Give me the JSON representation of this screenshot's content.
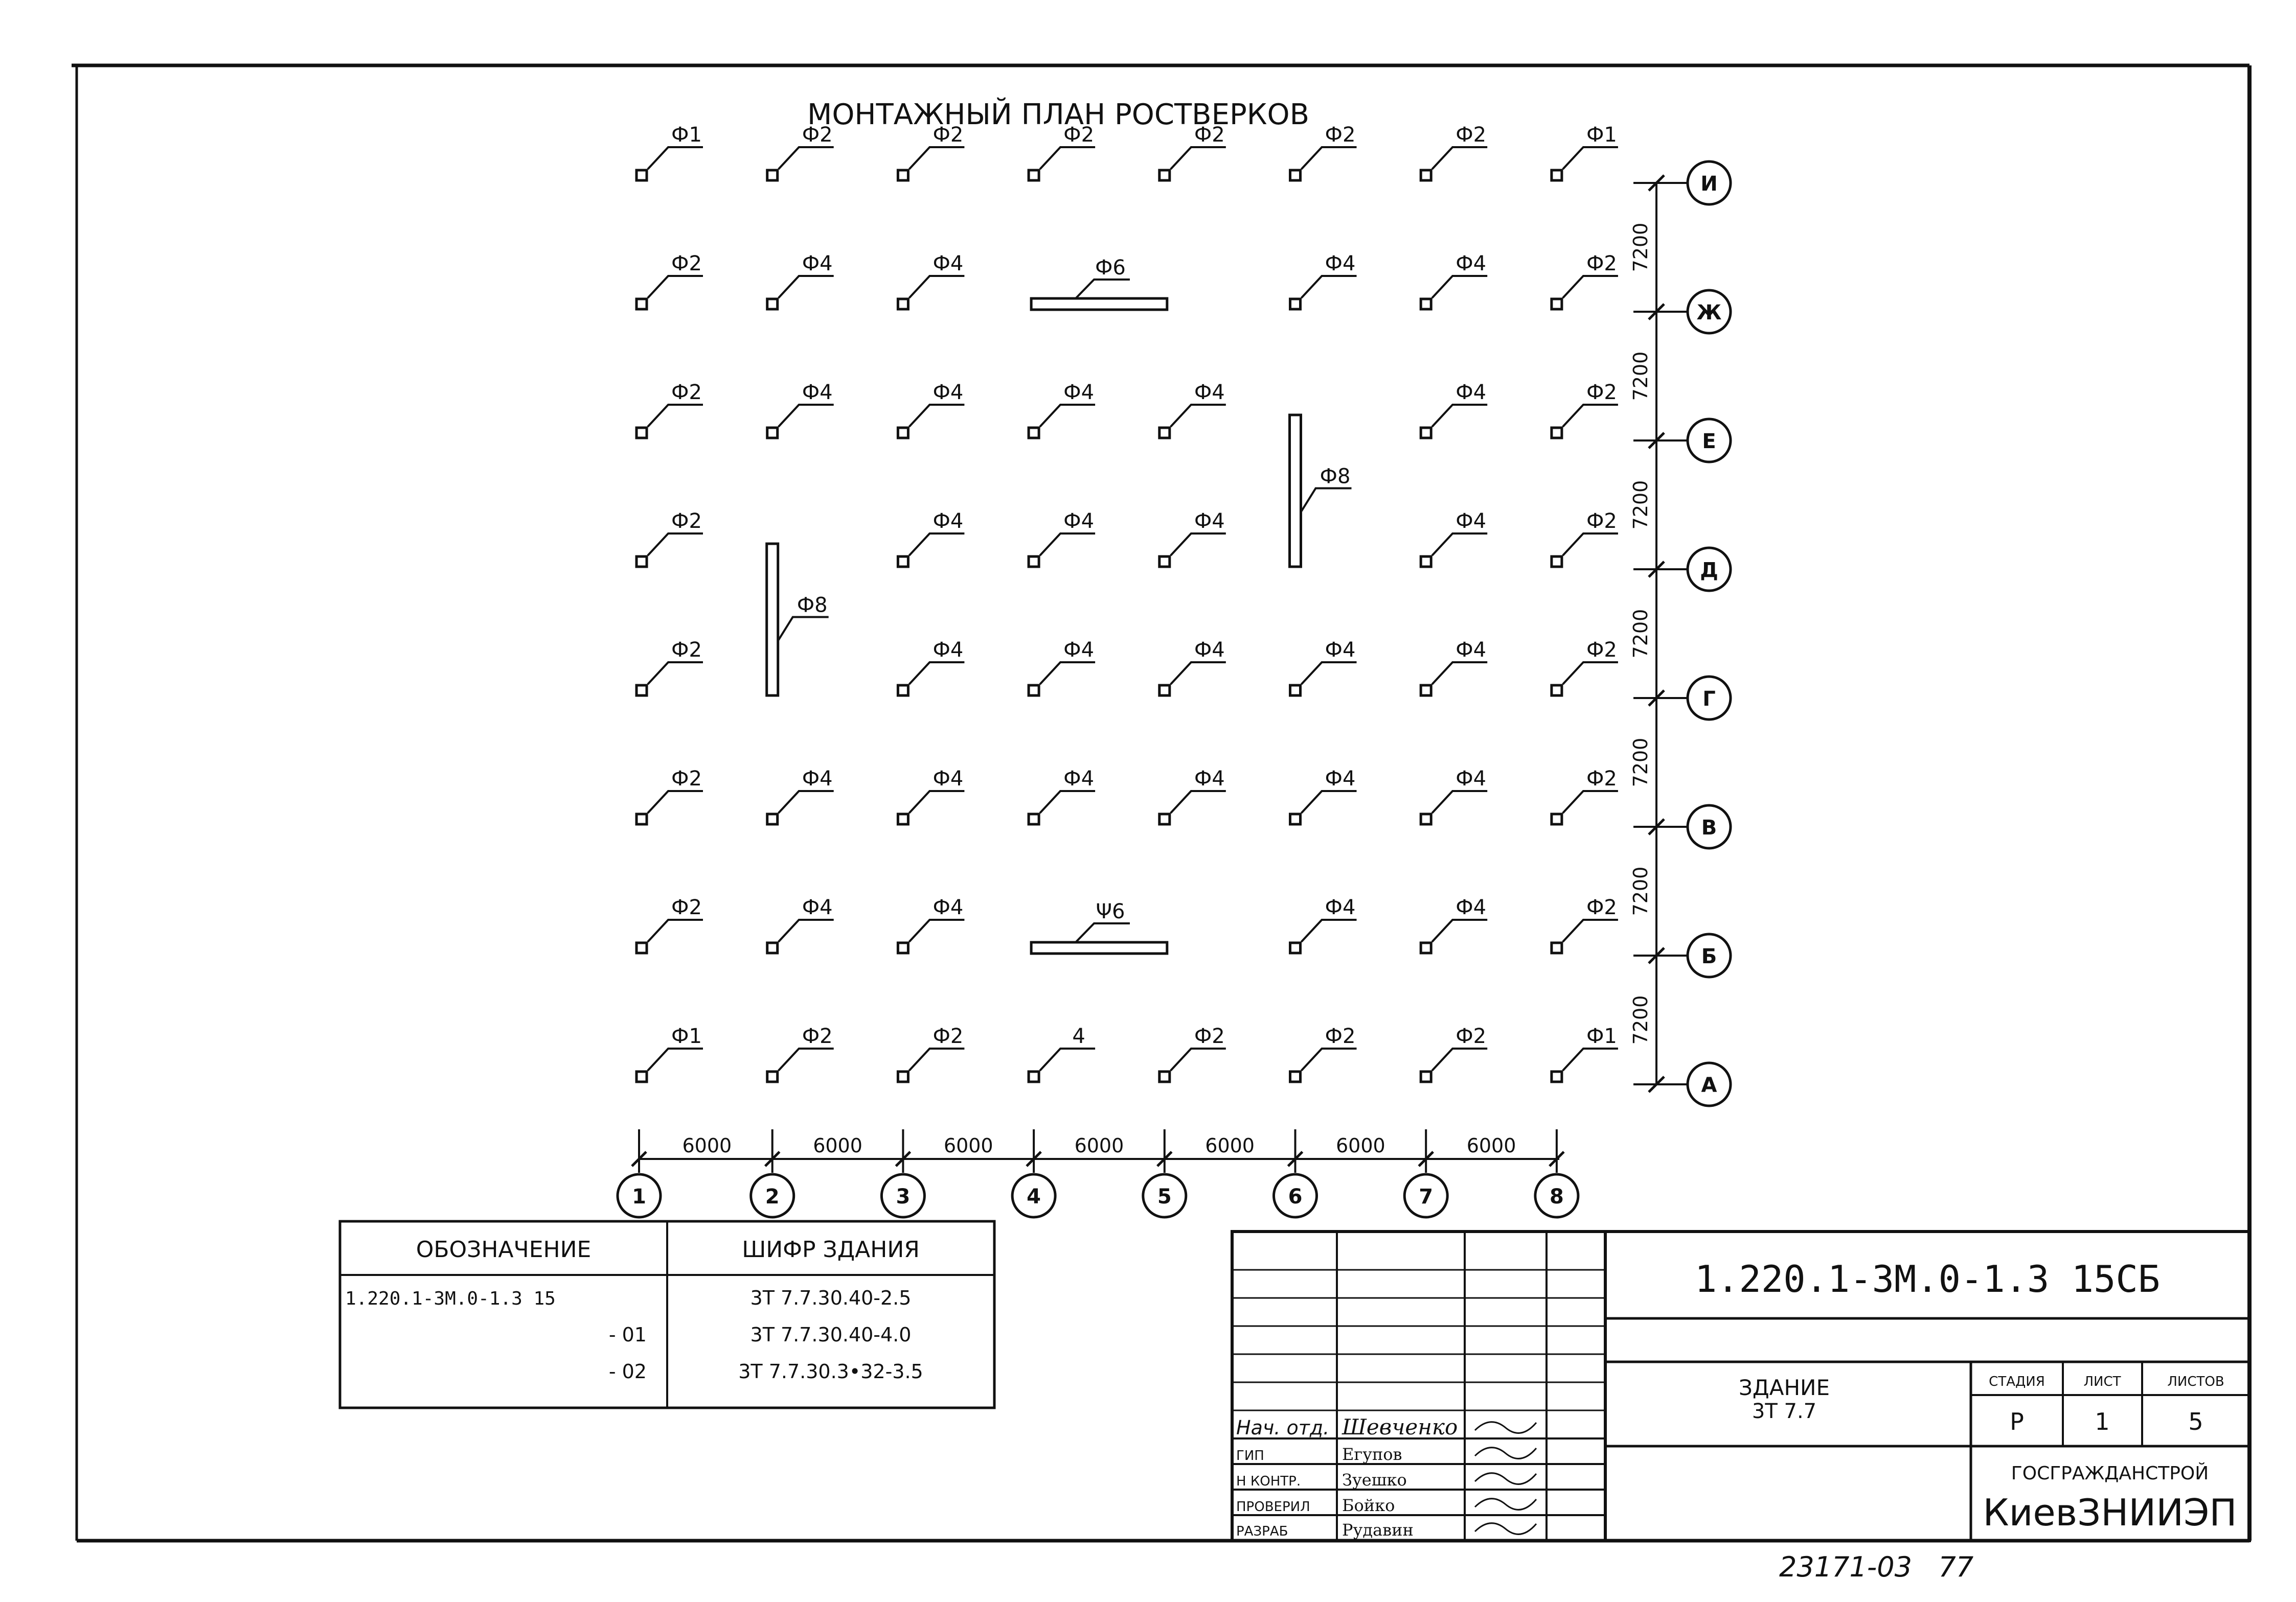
{
  "title": "МОНТАЖНЫЙ ПЛАН РОСТВЕРКОВ",
  "rows": [
    "И",
    "Ж",
    "Е",
    "Д",
    "Г",
    "В",
    "Б",
    "А"
  ],
  "cols": [
    "1",
    "2",
    "3",
    "4",
    "5",
    "6",
    "7",
    "8"
  ],
  "col_spacing": [
    "6000",
    "6000",
    "6000",
    "6000",
    "6000",
    "6000",
    "6000"
  ],
  "row_spacing": [
    "7200",
    "7200",
    "7200",
    "7200",
    "7200",
    "7200",
    "7200"
  ],
  "grid": [
    [
      "Ф1",
      "Ф2",
      "Ф2",
      "Ф2",
      "Ф2",
      "Ф2",
      "Ф2",
      "Ф1"
    ],
    [
      "Ф2",
      "Ф4",
      "Ф4",
      "",
      "",
      "Ф4",
      "Ф4",
      "Ф2"
    ],
    [
      "Ф2",
      "Ф4",
      "Ф4",
      "Ф4",
      "Ф4",
      "",
      "Ф4",
      "Ф2"
    ],
    [
      "Ф2",
      "",
      "Ф4",
      "Ф4",
      "Ф4",
      "",
      "Ф4",
      "Ф2"
    ],
    [
      "Ф2",
      "",
      "Ф4",
      "Ф4",
      "Ф4",
      "Ф4",
      "Ф4",
      "Ф2"
    ],
    [
      "Ф2",
      "Ф4",
      "Ф4",
      "Ф4",
      "Ф4",
      "Ф4",
      "Ф4",
      "Ф2"
    ],
    [
      "Ф2",
      "Ф4",
      "Ф4",
      "",
      "",
      "Ф4",
      "Ф4",
      "Ф2"
    ],
    [
      "Ф1",
      "Ф2",
      "Ф2",
      "4",
      "Ф2",
      "Ф2",
      "Ф2",
      "Ф1"
    ]
  ],
  "beams": [
    {
      "label": "Ф6",
      "orientation": "horizontal",
      "row": 1,
      "col_from": 3,
      "col_to": 4
    },
    {
      "label": "Ψ6",
      "orientation": "horizontal",
      "row": 6,
      "col_from": 3,
      "col_to": 4
    },
    {
      "label": "Ф8",
      "orientation": "vertical",
      "col": 1,
      "row_from": 3,
      "row_to": 4
    },
    {
      "label": "Ф8",
      "orientation": "vertical",
      "col": 5,
      "row_from": 2,
      "row_to": 3
    }
  ],
  "spec_table": {
    "headers": [
      "ОБОЗНАЧЕНИЕ",
      "ШИФР ЗДАНИЯ"
    ],
    "rows": [
      [
        "1.220.1-3М.0-1.3 15",
        "3Т 7.7.30.40-2.5"
      ],
      [
        "- 01",
        "3Т 7.7.30.40-4.0"
      ],
      [
        "- 02",
        "3Т 7.7.30.3•32-3.5"
      ]
    ]
  },
  "title_block": {
    "code": "1.220.1-3М.0-1.3 15СБ",
    "object_label": "ЗДАНИЕ",
    "object_code": "3Т 7.7",
    "stage_header": "СТАДИЯ",
    "sheet_header": "ЛИСТ",
    "sheets_header": "ЛИСТОВ",
    "stage": "Р",
    "sheet": "1",
    "sheets": "5",
    "org_top": "ГОСГРАЖДАНСТРОЙ",
    "org": "КиевЗНИИЭП",
    "signers": [
      {
        "role": "Нач. отд.",
        "name": "Шевченко"
      },
      {
        "role": "ГИП",
        "name": "Егупов"
      },
      {
        "role": "Н КОНТР.",
        "name": "Зуешко"
      },
      {
        "role": "ПРОВЕРИЛ",
        "name": "Бойко"
      },
      {
        "role": "РАЗРАБ",
        "name": "Рудавин"
      }
    ]
  },
  "footer_note": "23171-03   77"
}
